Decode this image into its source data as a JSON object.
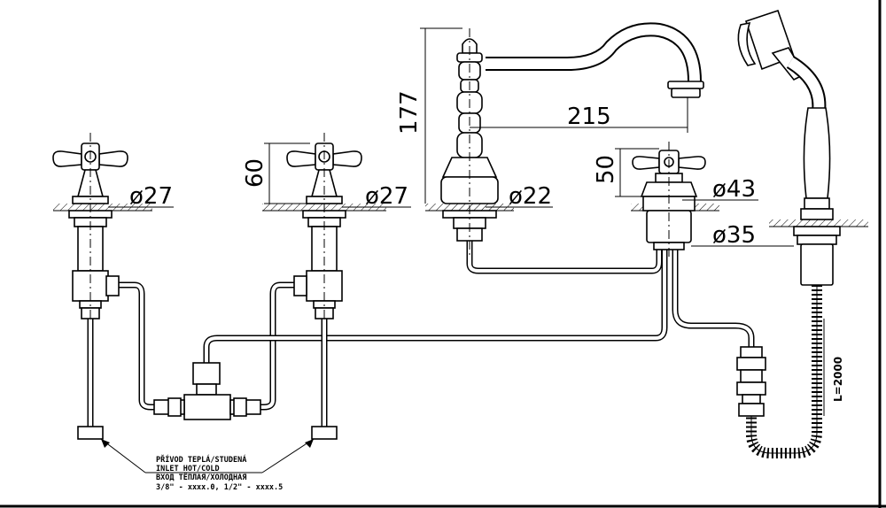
{
  "dimensions": {
    "left_valve_diameter": "ø27",
    "right_valve_diameter": "ø27",
    "valve_height": "60",
    "spout_height": "177",
    "spout_reach": "215",
    "spout_base_diameter": "ø22",
    "diverter_height": "50",
    "diverter_diameter": "ø43",
    "shower_holder_diameter": "ø35"
  },
  "hose_length": "L=2000",
  "inlet_note": {
    "line1": "PŘÍVOD TEPLÁ/STUDENÁ",
    "line2": "INLET HOT/COLD",
    "line3": "ВХОД ТЁПЛАЯ/ХОЛОДНАЯ",
    "line4": "3/8\" - xxxx.0, 1/2\" - xxxx.5"
  }
}
